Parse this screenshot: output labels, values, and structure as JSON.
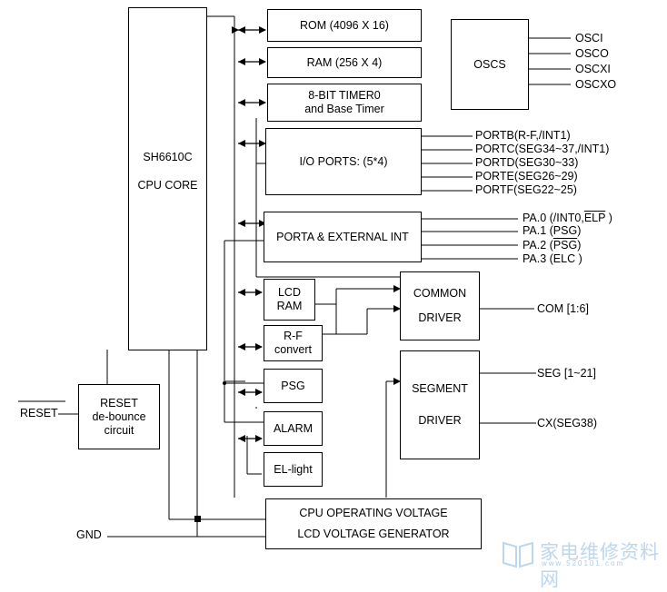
{
  "diagram": {
    "cpu": {
      "line1": "SH6610C",
      "line2": "CPU CORE"
    },
    "rom": "ROM (4096 X 16)",
    "ram": "RAM (256 X 4)",
    "timer": {
      "line1": "8-BIT TIMER0",
      "line2": "and Base Timer"
    },
    "io_ports": "I/O PORTS: (5*4)",
    "porta": "PORTA & EXTERNAL INT",
    "lcd_ram": {
      "line1": "LCD",
      "line2": "RAM"
    },
    "rf": {
      "line1": "R-F",
      "line2": "convert"
    },
    "psg": "PSG",
    "alarm": "ALARM",
    "el_light": "EL-light",
    "oscs": "OSCS",
    "osc_pins": [
      "OSCI",
      "OSCO",
      "OSCXI",
      "OSCXO"
    ],
    "port_outputs": [
      "PORTB(R-F,/INT1)",
      "PORTC(SEG34~37,/INT1)",
      "PORTD(SEG30~33)",
      "PORTE(SEG26~29)",
      "PORTF(SEG22~25)"
    ],
    "pa_outputs": {
      "pa0_prefix": "PA.0 (/INT0,",
      "pa0_overline": "ELP",
      "pa0_suffix": " )",
      "pa1_prefix": "PA.1 (PSG)",
      "pa2_prefix": "PA.2 (",
      "pa2_overline": "PSG",
      "pa2_suffix": ")",
      "pa3": "PA.3 (ELC )"
    },
    "common_driver": {
      "line1": "COMMON",
      "line2": "DRIVER"
    },
    "com_output": "COM [1:6]",
    "segment_driver": {
      "line1": "SEGMENT",
      "line2": "DRIVER"
    },
    "seg_output": "SEG [1~21]",
    "cx_output": "CX(SEG38)",
    "reset_block": {
      "line1": "RESET",
      "line2": "de-bounce",
      "line3": "circuit"
    },
    "reset_pin": "RESET",
    "voltage_block": {
      "line1": "CPU OPERATING VOLTAGE",
      "line2": "LCD VOLTAGE GENERATOR"
    },
    "gnd_pin": "GND"
  },
  "watermark": {
    "main": "家电维修资料网",
    "sub": "www.520101.com"
  }
}
